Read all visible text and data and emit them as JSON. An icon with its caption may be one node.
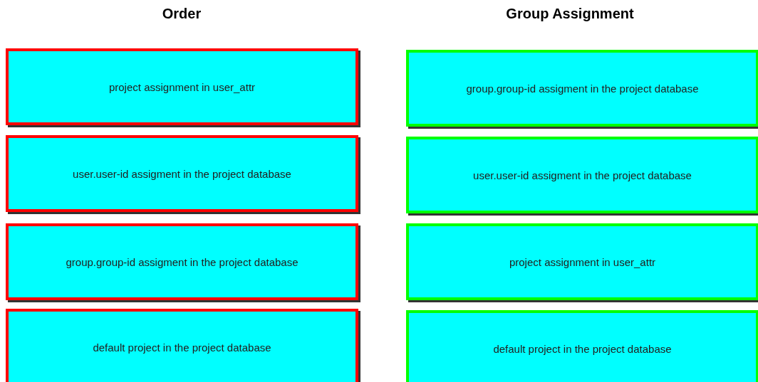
{
  "diagram": {
    "nodes": [
      {
        "text": [
          "project assignment in user_attr"
        ]
      },
      {
        "text": [
          "user.user-id assigment in the project database"
        ]
      },
      {
        "text": [
          "group.group-id assigment in the project database"
        ]
      },
      {
        "text": [
          "default project in the project database"
        ]
      },
      {
        "text": [
          "group.group-id assigment in the project database"
        ]
      },
      {
        "text": [
          "user.user-id assigment in the project database"
        ]
      },
      {
        "text": [
          "project assignment in user_attr"
        ]
      },
      {
        "text": [
          "default project in the project database"
        ]
      }
    ],
    "edges": [],
    "labels": [
      "Order",
      "Group Assignment"
    ]
  }
}
